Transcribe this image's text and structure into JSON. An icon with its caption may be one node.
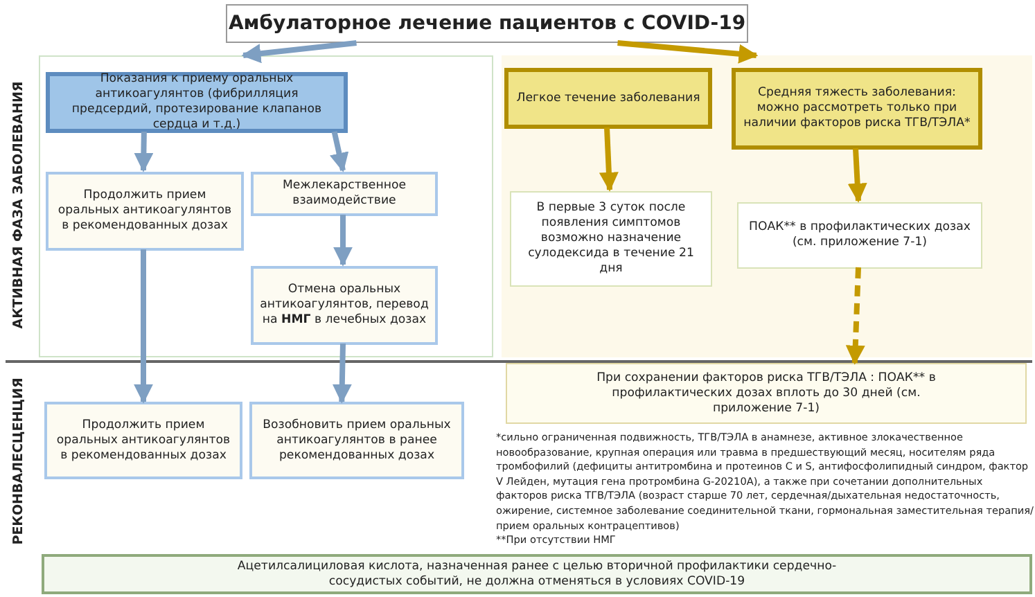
{
  "diagram": {
    "nodes": [
      {
        "text": [
          "Амбулаторное лечение  пациентов с COVID-19"
        ]
      },
      {
        "text": [],
        "shape": "box"
      },
      {
        "text": [
          "Показания к приему оральных антикоагулянтов (фибрилляция предсердий, протезирование клапанов сердца и т.д.)"
        ],
        "in": 1
      },
      {
        "text": [
          "Продолжить прием оральных антикоагулянтов в рекомендованных дозах"
        ],
        "in": 1
      },
      {
        "text": [
          "Межлекарственное взаимодействие"
        ],
        "in": 1
      },
      {
        "text": [
          "Отмена оральных антикоагулянтов, перевод на **НМГ** в лечебных дозах"
        ],
        "in": 1
      },
      {
        "text": [],
        "shape": "box"
      },
      {
        "text": [
          "Легкое течение заболевания"
        ],
        "in": 6
      },
      {
        "text": [
          "Средняя тяжесть заболевания: можно рассмотреть только при наличии факторов  риска ТГВ/ТЭЛА*"
        ],
        "in": 6
      },
      {
        "text": [
          "В первые 3 суток после появления симптомов возможно назначение сулодексида в течение 21 дня"
        ],
        "in": 6
      },
      {
        "text": [
          "ПОАК** в профилактических дозах (см. приложение 7-1)"
        ],
        "in": 6
      },
      {
        "text": [
          "Продолжить прием оральных антикоагулянтов в рекомендованных дозах"
        ]
      },
      {
        "text": [
          "Возобновить прием оральных антикоагулянтов в ранее рекомендованных дозах"
        ]
      },
      {
        "text": [
          "При сохранении факторов риска ТГВ/ТЭЛА : ПОАК** в профилактических дозах вплоть до 30 дней (см. приложение 7-1)"
        ]
      },
      {
        "text": [
          "Ацетилсалициловая кислота, назначенная ранее с целью вторичной профилактики сердечно-сосудистых событий, не должна отменяться в условиях COVID-19"
        ]
      }
    ],
    "edges": [
      {
        "from": 0,
        "to": 1,
        "arrow": "to"
      },
      {
        "from": 0,
        "to": 6,
        "arrow": "to",
        "color": "#c49a00"
      },
      {
        "from": 2,
        "to": 3,
        "arrow": "to"
      },
      {
        "from": 2,
        "to": 4,
        "arrow": "to"
      },
      {
        "from": 4,
        "to": 5,
        "arrow": "to"
      },
      {
        "from": 3,
        "to": 11,
        "arrow": "to"
      },
      {
        "from": 5,
        "to": 12,
        "arrow": "to"
      },
      {
        "from": 7,
        "to": 9,
        "arrow": "to",
        "color": "#c49a00"
      },
      {
        "from": 8,
        "to": 10,
        "arrow": "to",
        "color": "#c49a00"
      },
      {
        "from": 10,
        "to": 13,
        "arrow": "to",
        "style": "dashed",
        "color": "#c49a00"
      }
    ],
    "labels": [
      "АКТИВНАЯ ФАЗА ЗАБОЛЕВАНИЯ",
      "РЕКОНВАЛЕСЦЕНЦИЯ",
      "*сильно ограниченная подвижность, ТГВ/ТЭЛА в анамнезе,  активное злокачественное новообразование, крупная операция или травма в предшествующий месяц, носителям ряда тромбофилий (дефициты антитромбина и протеинов С и S, антифосфолипидный синдром, фактор V Лейден, мутация гена протромбина G-20210A), а также при сочетании дополнительных факторов риска ТГВ/ТЭЛА (возраст старше 70 лет, сердечная/дыхательная недостаточность, ожирение, системное заболевание соединительной ткани, гормональная заместительная терапия/прием оральных контрацептивов)",
      "**При отсутствии НМГ"
    ]
  }
}
